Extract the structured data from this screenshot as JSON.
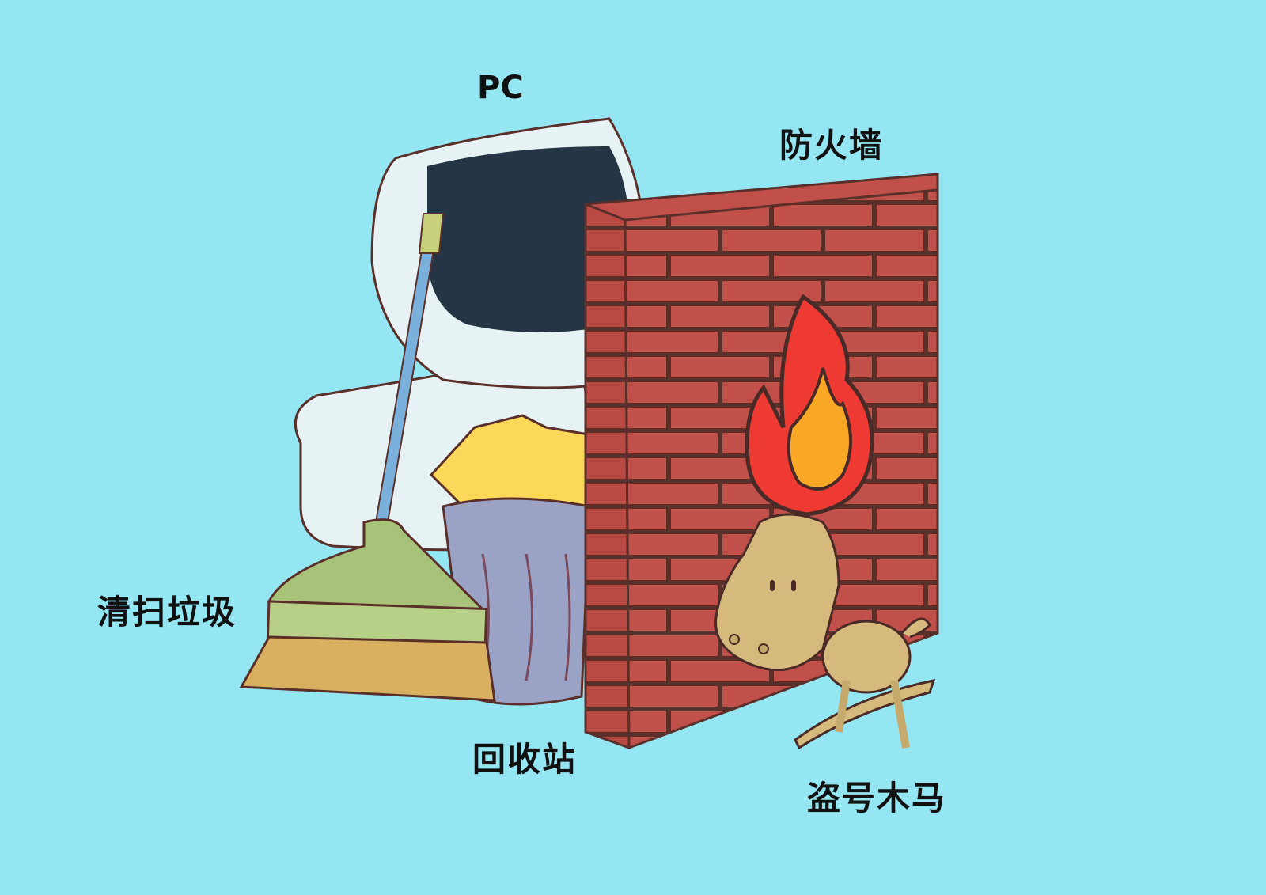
{
  "labels": {
    "pc": "PC",
    "firewall": "防火墙",
    "broom": "清扫垃圾",
    "recycle_bin": "回收站",
    "trojan_horse": "盗号木马"
  },
  "colors": {
    "background": "#95e6f3",
    "monitor_body": "#e6f2f3",
    "monitor_screen": "#263545",
    "brick": "#c2504a",
    "mortar": "#5a2f2a",
    "flame_outer": "#ee3a33",
    "flame_inner": "#f8a824",
    "horse": "#d6b97c",
    "broom_head": "#a8c27a",
    "broom_bristles": "#d9b060",
    "broom_handle": "#7ab0dc",
    "bin": "#9aa3c6",
    "folder": "#fbd75a",
    "outline": "#4a2a26"
  }
}
